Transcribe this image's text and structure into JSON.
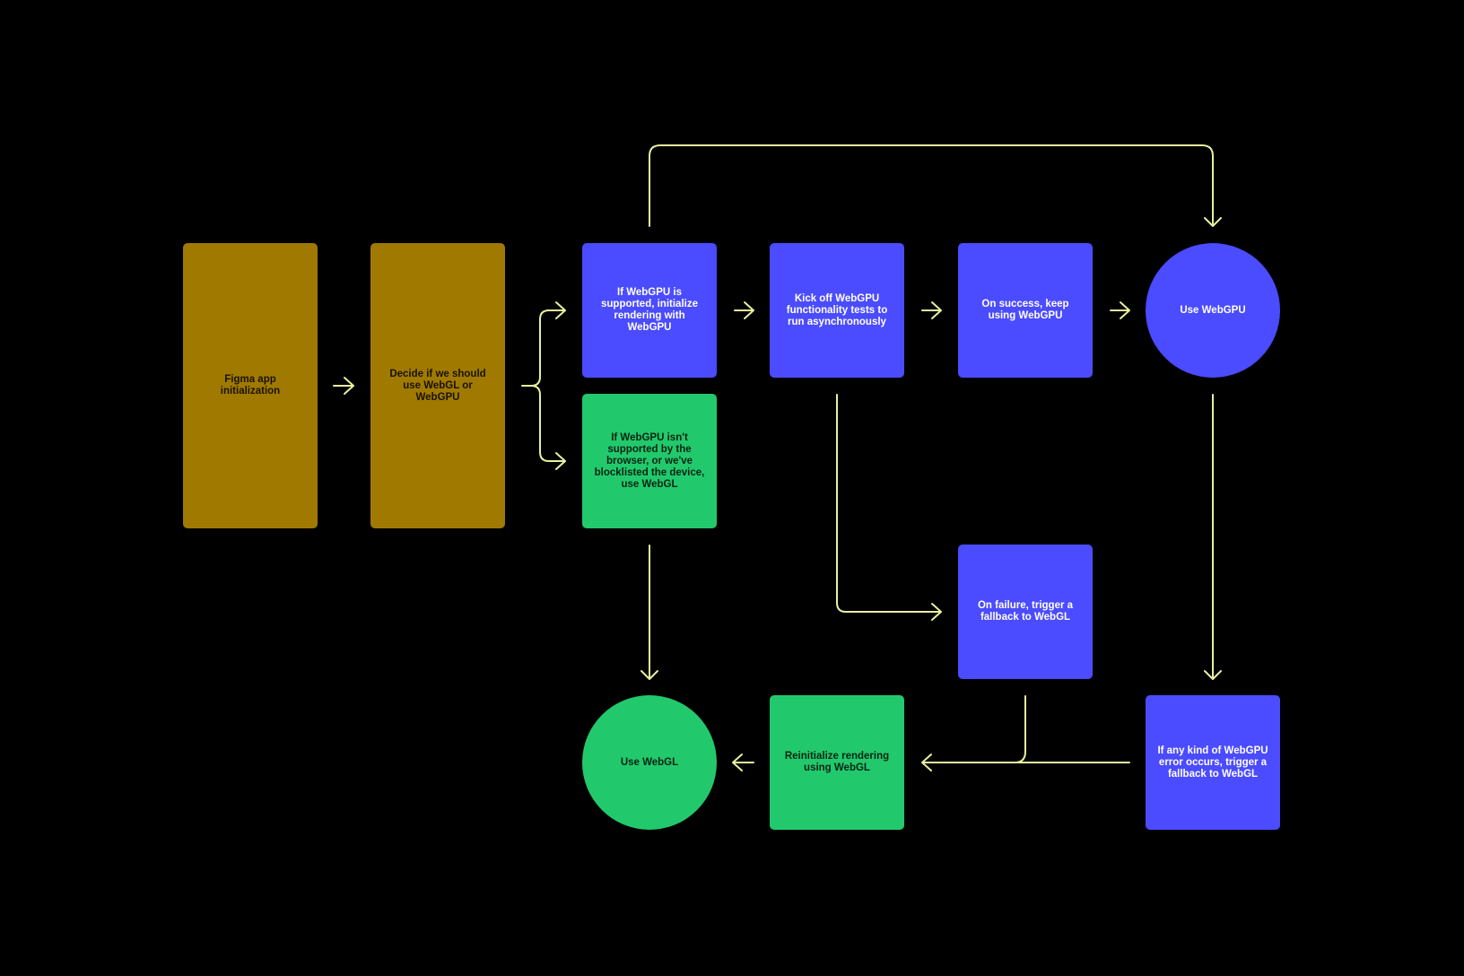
{
  "colors": {
    "background": "#000000",
    "connector": "#e9f0a0",
    "init_step": "#a07a00",
    "webgpu": "#4b4bff",
    "webgl": "#22c96c"
  },
  "nodes": {
    "app_init": "Figma app initialization",
    "decide": "Decide if we should use WebGL or WebGPU",
    "webgpu_supported": "If WebGPU is supported, initialize rendering with WebGPU",
    "webgpu_not_supported": "If WebGPU isn't supported by the browser, or we've blocklisted the device, use WebGL",
    "kick_off_tests": "Kick off WebGPU functionality tests to run asynchronously",
    "on_success": "On success, keep using WebGPU",
    "use_webgpu": "Use WebGPU",
    "on_failure": "On failure, trigger a fallback to WebGL",
    "webgpu_error": "If any kind of WebGPU error occurs, trigger a fallback to WebGL",
    "reinitialize": "Reinitialize rendering using WebGL",
    "use_webgl": "Use WebGL"
  }
}
